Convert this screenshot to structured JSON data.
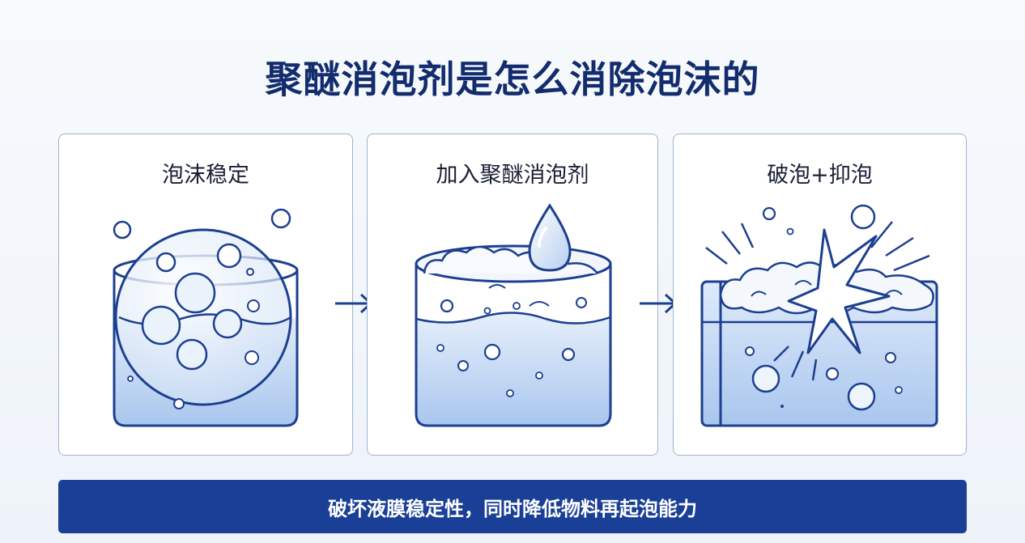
{
  "title": "聚醚消泡剂是怎么消除泡沫的",
  "steps": [
    {
      "label": "泡沫稳定",
      "icon": "stable-foam-icon"
    },
    {
      "label": "加入聚醚消泡剂",
      "icon": "add-defoamer-icon"
    },
    {
      "label": "破泡+抑泡",
      "icon": "break-foam-icon"
    }
  ],
  "summary": "破坏液膜稳定性，同时降低物料再起泡能力",
  "colors": {
    "title": "#132c6e",
    "line": "#1c3f8f",
    "liquid": "#c5d8f3",
    "banner": "#1a3f96"
  }
}
